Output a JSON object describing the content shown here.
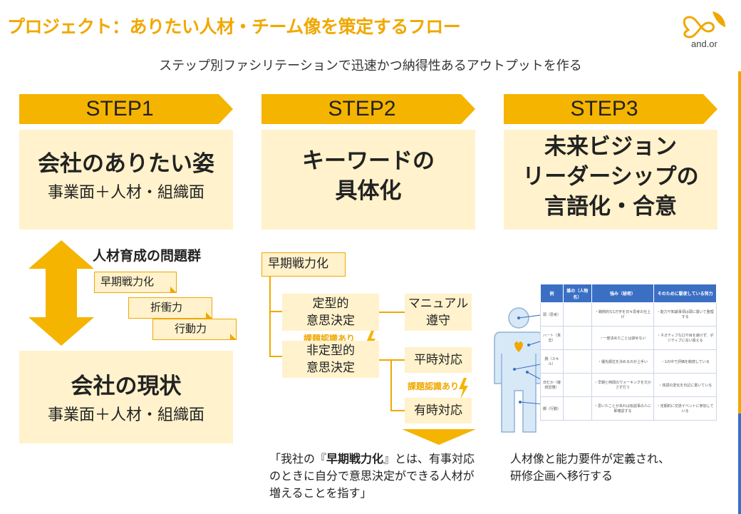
{
  "header": {
    "title": "プロジェクト：ありたい人材・チーム像を策定するフロー",
    "subtitle": "ステップ別ファシリテーションで迅速かつ納得性あるアウトプットを作る",
    "logo_text": "and.or"
  },
  "steps": [
    {
      "label": "STEP1",
      "main": [
        "会社のありたい姿"
      ],
      "sub": "事業面＋人材・組織面"
    },
    {
      "label": "STEP2",
      "main": [
        "キーワードの",
        "具体化"
      ],
      "sub": ""
    },
    {
      "label": "STEP3",
      "main": [
        "未来ビジョン",
        "リーダーシップの",
        "言語化・合意"
      ],
      "sub": ""
    }
  ],
  "step1": {
    "issue_heading": "人材育成の問題群",
    "issue_tags": [
      "早期戦力化",
      "折衝力",
      "行動力"
    ],
    "current": {
      "main": "会社の現状",
      "sub": "事業面＋人材・組織面"
    }
  },
  "step2": {
    "root": "早期戦力化",
    "nodes": {
      "routine": [
        "定型的",
        "意思決定"
      ],
      "manual": [
        "マニュアル",
        "遵守"
      ],
      "nonroutine": [
        "非定型的",
        "意思決定"
      ],
      "normal": "平時対応",
      "emergency": "有時対応"
    },
    "callout": "課題認識あり",
    "note": "「我社の『早期戦力化』とは、有事対応のときに自分で意思決定ができる人材が増えることを指す」",
    "note_parts": {
      "prefix": "「我社の『",
      "bold": "早期戦力化",
      "suffix": "』とは、有事対応のときに自分で意思決定ができる人材が増えることを指す」"
    }
  },
  "step3": {
    "table_headers": [
      "例",
      "誰の（人物名）",
      "強み（秘密）",
      "そのために駆使している努力"
    ],
    "table_rows": [
      [
        "頭（思考）",
        "",
        "・戦術的な1万字を日々思考の仕上げ",
        "・能力や知識事項は頭に置いて整理する"
      ],
      [
        "ハート（意志）",
        "",
        "・一度決めたことは諦めない",
        "・ネガティブな口や目を避けず、ポジティブに言い換える"
      ],
      [
        "腕（スキル）",
        "",
        "・優先順位を決めるのが上手い",
        "・1の中で評価を飽適している"
      ],
      [
        "日むか（継続習慣）",
        "",
        "・早朝と時間のウォーキングを欠かさず行う",
        "・体調の変化を日記に書いている"
      ],
      [
        "脚（行動）",
        "",
        "・思いたことがあれば仮説事の人に即確認する",
        "・定期的に交流イベントに参加している"
      ]
    ],
    "note": [
      "人材像と能力要件が定義され、",
      "研修企画へ移行する"
    ]
  },
  "colors": {
    "accent": "#F0A800",
    "accent_dark": "#E39A00",
    "panel": "#FFF2CC",
    "table_header": "#3A6FC4",
    "figure": "#D7E8F7"
  }
}
